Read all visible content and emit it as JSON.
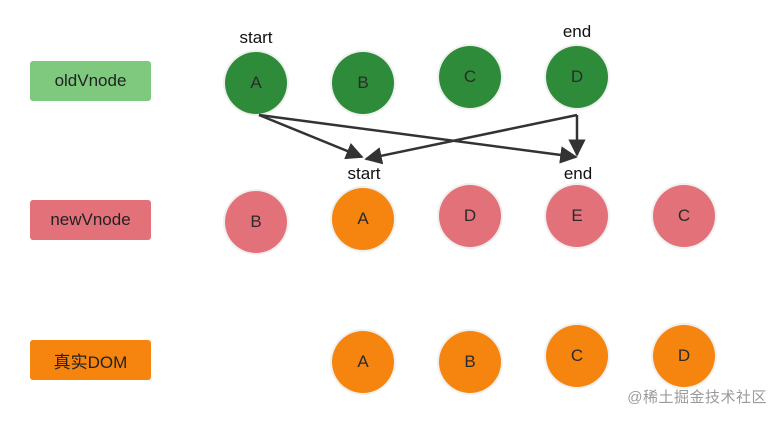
{
  "colors": {
    "old_node": "#2e8b3a",
    "old_label": "#7fc97f",
    "new_node": "#e3717a",
    "new_label": "#e3717a",
    "new_match": "#f5850f",
    "dom_node": "#f5850f",
    "dom_label": "#f5850f",
    "arrow": "#333333",
    "watermark": "#9a9a9a"
  },
  "labels": {
    "old": "oldVnode",
    "new": "newVnode",
    "dom": "真实DOM"
  },
  "markers": {
    "old_start": "start",
    "old_end": "end",
    "new_start": "start",
    "new_end": "end"
  },
  "old_nodes": [
    {
      "text": "A"
    },
    {
      "text": "B"
    },
    {
      "text": "C"
    },
    {
      "text": "D"
    }
  ],
  "new_nodes": [
    {
      "text": "B"
    },
    {
      "text": "A"
    },
    {
      "text": "D"
    },
    {
      "text": "E"
    },
    {
      "text": "C"
    }
  ],
  "dom_nodes": [
    {
      "text": "A"
    },
    {
      "text": "B"
    },
    {
      "text": "C"
    },
    {
      "text": "D"
    }
  ],
  "watermark": "@稀土掘金技术社区"
}
